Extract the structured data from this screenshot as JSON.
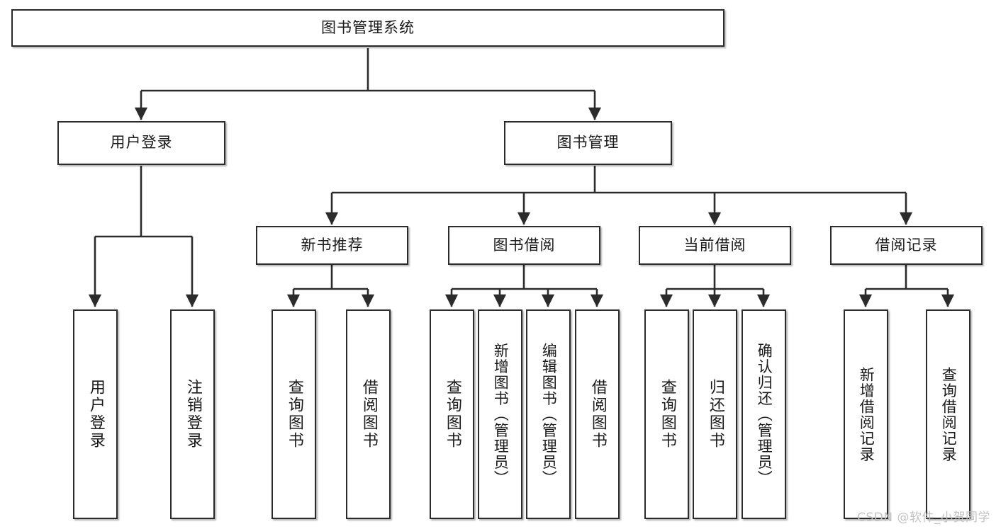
{
  "diagram": {
    "title": "图书管理系统",
    "type": "tree",
    "watermark": "CSDN @软件_小贺同学",
    "colors": {
      "box_border": "#2b2b2b",
      "box_fill": "#ffffff",
      "edge": "#2b2b2b",
      "text": "#1a1a1a",
      "watermark": "#c2c2c2"
    },
    "nodes": {
      "root": "图书管理系统",
      "level2": [
        "用户登录",
        "图书管理"
      ],
      "level3": [
        "新书推荐",
        "图书借阅",
        "当前借阅",
        "借阅记录"
      ],
      "leaves": {
        "user_login": [
          "用户登录",
          "注销登录"
        ],
        "new_book_recommend": [
          "查询图书",
          "借阅图书"
        ],
        "book_borrow": [
          "查询图书",
          "新增图书（管理员）",
          "编辑图书（管理员）",
          "借阅图书"
        ],
        "current_borrow": [
          "查询图书",
          "归还图书",
          "确认归还（管理员）"
        ],
        "borrow_record": [
          "新增借阅记录",
          "查询借阅记录"
        ]
      }
    }
  }
}
